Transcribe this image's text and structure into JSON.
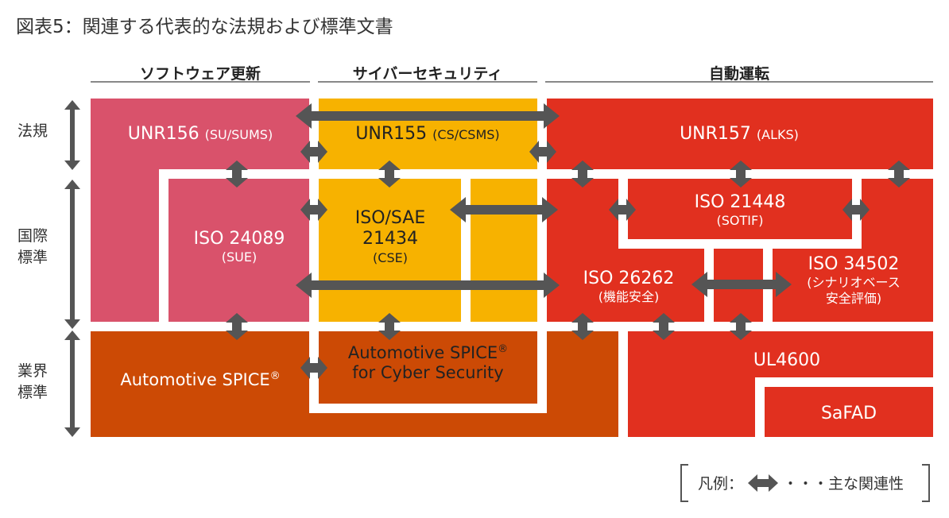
{
  "title": "図表5：関連する代表的な法規および標準文書",
  "columns": [
    {
      "label": "ソフトウェア更新"
    },
    {
      "label": "サイバーセキュリティ"
    },
    {
      "label": "自動運転"
    }
  ],
  "rows": [
    {
      "label": "法規"
    },
    {
      "label": "国際\n標準"
    },
    {
      "label": "業界\n標準"
    }
  ],
  "boxes": {
    "unr156": {
      "main": "UNR156",
      "sub": "(SU/SUMS)"
    },
    "unr155": {
      "main": "UNR155",
      "sub": "(CS/CSMS)"
    },
    "unr157": {
      "main": "UNR157",
      "sub": "(ALKS)"
    },
    "iso24089": {
      "line1": "ISO 24089",
      "line2": "(SUE)"
    },
    "iso21434": {
      "line1": "ISO/SAE",
      "line2": "21434",
      "line3": "(CSE)"
    },
    "iso21448": {
      "line1": "ISO 21448",
      "line2": "(SOTIF)"
    },
    "iso26262": {
      "line1": "ISO 26262",
      "line2": "(機能安全)"
    },
    "iso34502": {
      "line1": "ISO 34502",
      "line2": "(シナリオベース",
      "line3": "安全評価)"
    },
    "aspice": {
      "main": "Automotive SPICE",
      "reg": "®"
    },
    "aspice_cs": {
      "line1": "Automotive SPICE",
      "reg": "®",
      "line2": "for Cyber Security"
    },
    "ul4600": {
      "main": "UL4600"
    },
    "safad": {
      "main": "SaFAD"
    }
  },
  "legend": {
    "label": "凡例：",
    "text": "・・・主な関連性",
    "icon": "double-arrow-icon"
  },
  "colors": {
    "pink": "#d9526b",
    "yellow": "#f7b200",
    "red": "#e1301f",
    "orange": "#cc4a05",
    "arrow": "#555555"
  }
}
